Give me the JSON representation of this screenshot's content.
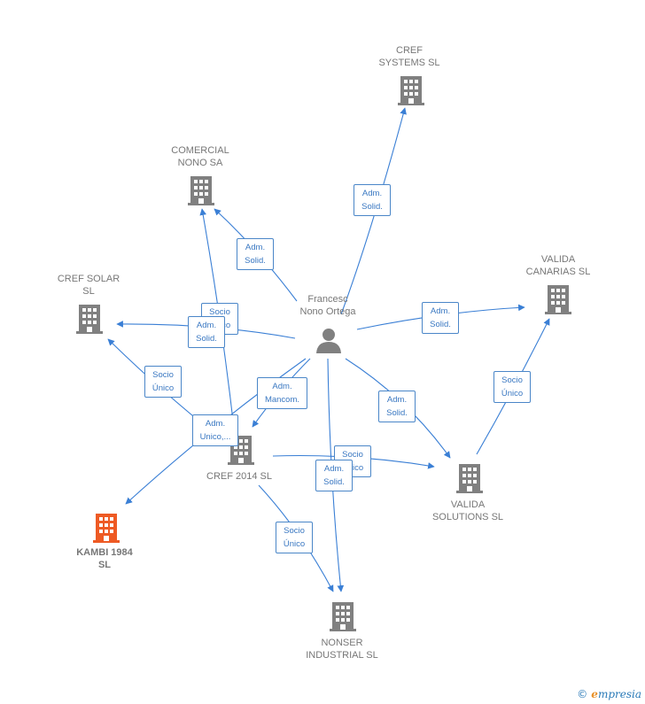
{
  "colors": {
    "edge": "#3a7fd5",
    "building": "#808080",
    "building_highlight": "#ee5a24",
    "person": "#808080"
  },
  "nodes": {
    "cref_systems": "CREF\nSYSTEMS SL",
    "comercial_nono": "COMERCIAL\nNONO SA",
    "valida_canarias": "VALIDA\nCANARIAS SL",
    "cref_solar": "CREF SOLAR\nSL",
    "person": "Francesc\nNono Ortega",
    "cref_2014": "CREF 2014 SL",
    "valida_solutions": "VALIDA\nSOLUTIONS SL",
    "kambi": "KAMBI 1984\nSL",
    "nonser": "NONSER\nINDUSTRIAL SL"
  },
  "badges": {
    "b1": "Adm.\nSolid.",
    "b2": "Adm.\nSolid.",
    "b3": "Socio\nÚnico",
    "b4": "Adm.\nSolid.",
    "b5": "Adm.\nSolid.",
    "b6": "Socio\nÚnico",
    "b7": "Adm.\nMancom.",
    "b8": "Adm.\nSolid.",
    "b9": "Socio\nÚnico",
    "b10": "Adm.\nUnico,...",
    "b11": "Socio\nÚnico",
    "b12": "Adm.\nSolid.",
    "b13": "Socio\nÚnico"
  },
  "footer": {
    "copyright": "©",
    "brand_e": "e",
    "brand_rest": "mpresia"
  }
}
